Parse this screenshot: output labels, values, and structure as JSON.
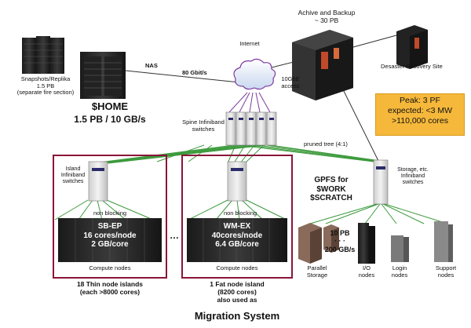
{
  "labels": {
    "snapshots": "Snapshots/Replika",
    "snapshots_size": "1.5 PB",
    "snapshots_note": "(separate fire section)",
    "nas": "NAS",
    "home_title": "$HOME",
    "home_spec": "1.5 PB / 10 GB/s",
    "link_80": "80 Gbit/s",
    "internet": "Internet",
    "archive_title": "Achive and Backup",
    "archive_size": "~ 30 PB",
    "disaster": "Desaster Recovery Site",
    "tengbe_1": "10GbE",
    "tengbe_2": "access",
    "spine_1": "Spine Infiniband",
    "spine_2": "switches",
    "pruned": "pruned tree (4:1)",
    "island_1": "Island",
    "island_2": "Infiniband",
    "island_3": "switches",
    "storage_1": "Storage, etc.",
    "storage_2": "Infiniband",
    "storage_3": "switches",
    "gpfs_1": "GPFS for",
    "gpfs_2": "$WORK",
    "gpfs_3": "$SCRATCH",
    "nonblocking_left": "non blocking",
    "nonblocking_right": "non blocking",
    "compute_left": "Compute nodes",
    "compute_right": "Compute nodes",
    "ellipsis": "…",
    "thin_1": "18 Thin node islands",
    "thin_2": "(each >8000 cores)",
    "fat_1": "1 Fat node island",
    "fat_2": "(8200 cores)",
    "fat_3": "also used as",
    "migration": "Migration System",
    "storage_size": "10 PB",
    "storage_dots": "· · ·",
    "storage_speed": "200 GB/s",
    "parallel_1": "Parallel",
    "parallel_2": "Storage",
    "io_1": "I/O",
    "io_2": "nodes",
    "login_1": "Login",
    "login_2": "nodes",
    "support_1": "Support",
    "support_2": "nodes"
  },
  "peak_box": {
    "line1": "Peak: 3 PF",
    "line2": "expected: <3 MW",
    "line3": ">110,000 cores"
  },
  "thin_island": {
    "name": "SB-EP",
    "cores": "16 cores/node",
    "memory": "2 GB/core"
  },
  "fat_island": {
    "name": "WM-EX",
    "cores": "40cores/node",
    "memory": "6.4 GB/core"
  },
  "colors": {
    "island_border": "#8b1538",
    "peak_fill": "#f6b83a",
    "green_link": "#3c9a3c",
    "purple_link": "#7e3a9c",
    "rack_dark": "#2a2a2a"
  }
}
